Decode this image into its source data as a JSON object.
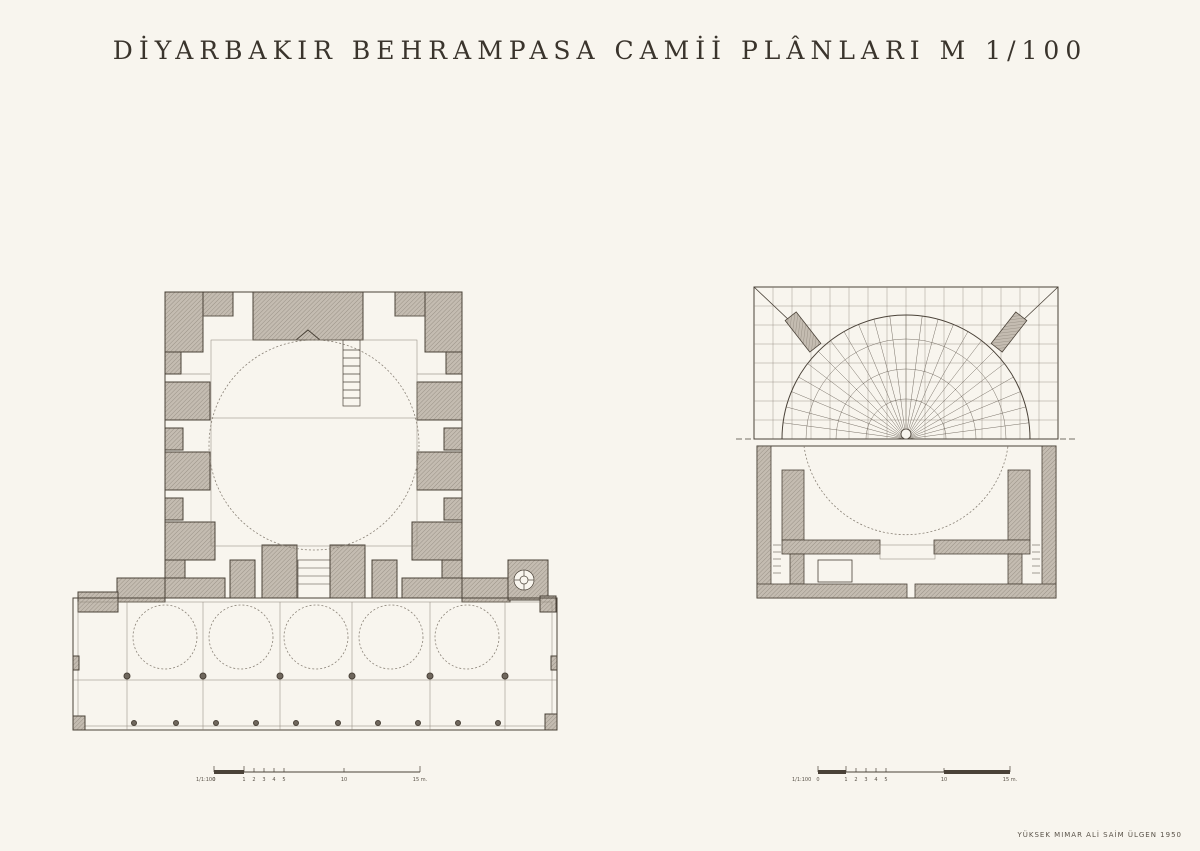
{
  "sheet": {
    "title": "DİYARBAKIR BEHRAMPASA CAMİİ PLÂNLARI M 1/100",
    "credit": "YÜKSEK MIMAR ALİ SAİM ÜLGEN 1950"
  },
  "ground_plan": {
    "scale_bar": {
      "label_start": "1/1:100",
      "ticks": [
        "0",
        "1",
        "2",
        "3",
        "4",
        "5",
        "10",
        "15 m."
      ]
    }
  },
  "roof_plan": {
    "scale_bar": {
      "label_start": "1/1:100",
      "ticks": [
        "0",
        "1",
        "2",
        "3",
        "4",
        "5",
        "10",
        "15 m."
      ]
    }
  },
  "colors": {
    "paper": "#f8f5ee",
    "ink": "#4a4238",
    "hatch": "#a39b91",
    "wall_fill": "#b8b0a6"
  }
}
